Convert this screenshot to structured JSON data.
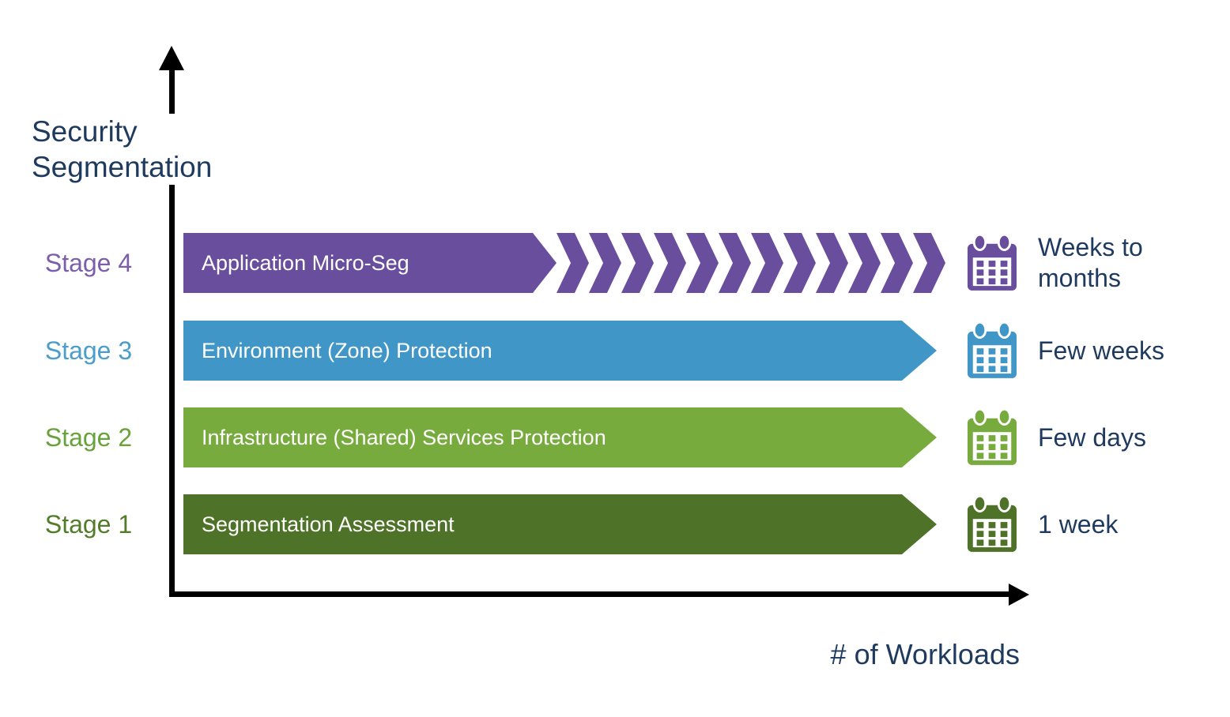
{
  "y_axis": {
    "label": "Security Segmentation"
  },
  "x_axis": {
    "label": "# of Workloads"
  },
  "colors": {
    "text": "#1E3A5E",
    "axis": "#000000",
    "bar_title_text": "#FFFFFF"
  },
  "stages": [
    {
      "stage": "Stage 4",
      "title": "Application Micro-Seg",
      "duration": "Weeks to months",
      "bar_color": "#6A4E9E",
      "label_color": "#7C5EAC",
      "icon": "calendar-icon",
      "bar_style": "chevron",
      "chevron_count": 12
    },
    {
      "stage": "Stage 3",
      "title": "Environment (Zone) Protection",
      "duration": "Few weeks",
      "bar_color": "#4196C8",
      "label_color": "#4C9DCB",
      "icon": "calendar-icon",
      "bar_style": "pointed"
    },
    {
      "stage": "Stage 2",
      "title": "Infrastructure (Shared) Services Protection",
      "duration": "Few days",
      "bar_color": "#78AB3D",
      "label_color": "#68A23A",
      "icon": "calendar-icon",
      "bar_style": "pointed"
    },
    {
      "stage": "Stage 1",
      "title": "Segmentation Assessment",
      "duration": "1 week",
      "bar_color": "#4D7228",
      "label_color": "#527C2A",
      "icon": "calendar-icon",
      "bar_style": "pointed"
    }
  ]
}
